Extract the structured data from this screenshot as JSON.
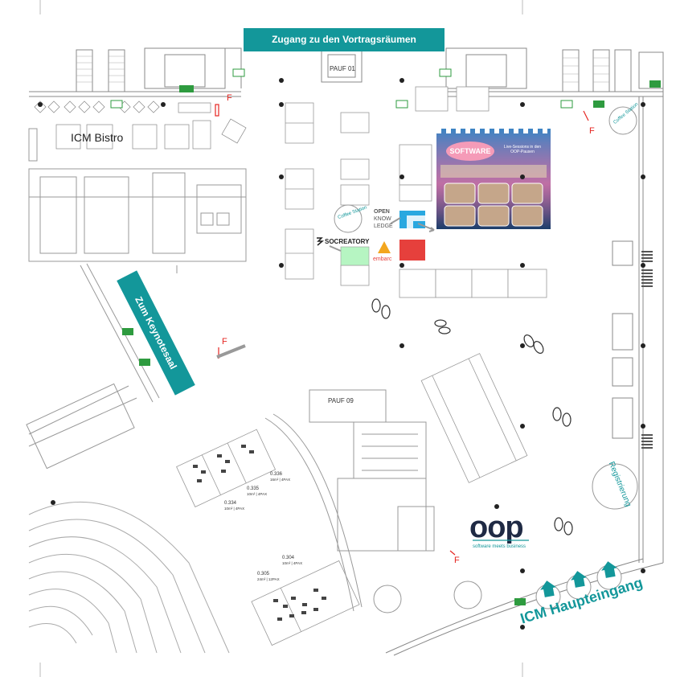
{
  "banners": {
    "lecture_rooms": "Zugang zu den Vortragsräumen",
    "keynote_hall": "Zum Keynotesaal",
    "main_entrance": "ICM Haupteingang",
    "registration": "Registrierung"
  },
  "areas": {
    "bistro": "ICM Bistro",
    "pauf01": "PAUF 01",
    "pauf09": "PAUF 09",
    "coffee_station_1": "Coffee Station",
    "coffee_station_2": "Coffee Station"
  },
  "markers": {
    "fire": "F"
  },
  "rooms": [
    {
      "name": "0.336",
      "detail": "16m² | 4PAX"
    },
    {
      "name": "0.335",
      "detail": "10m² | 4PAX"
    },
    {
      "name": "0.334",
      "detail": "10m² | 4PAX"
    },
    {
      "name": "0.304",
      "detail": "10m² | 4PAX"
    },
    {
      "name": "0.305",
      "detail": "24m² | 12PAX"
    }
  ],
  "exhibitors": {
    "open_knowledge": [
      "OPEN",
      "KNOW",
      "LEDGE"
    ],
    "socreatory": "SOCREATORY",
    "embarc": "embarc",
    "oop_logo": "oop",
    "oop_tagline": "software meets business"
  },
  "poster": {
    "title": "SOFTWARE",
    "subtitle": "Live-Sessions in den OOP-Pausen"
  },
  "colors": {
    "teal": "#13979a",
    "fire_red": "#e52521",
    "exit_green": "#2e9b3f",
    "booth_blue": "#29a8e0",
    "booth_red": "#e6403c",
    "booth_green": "#b6f5c2",
    "poster_bg": "#2a6fa6"
  }
}
